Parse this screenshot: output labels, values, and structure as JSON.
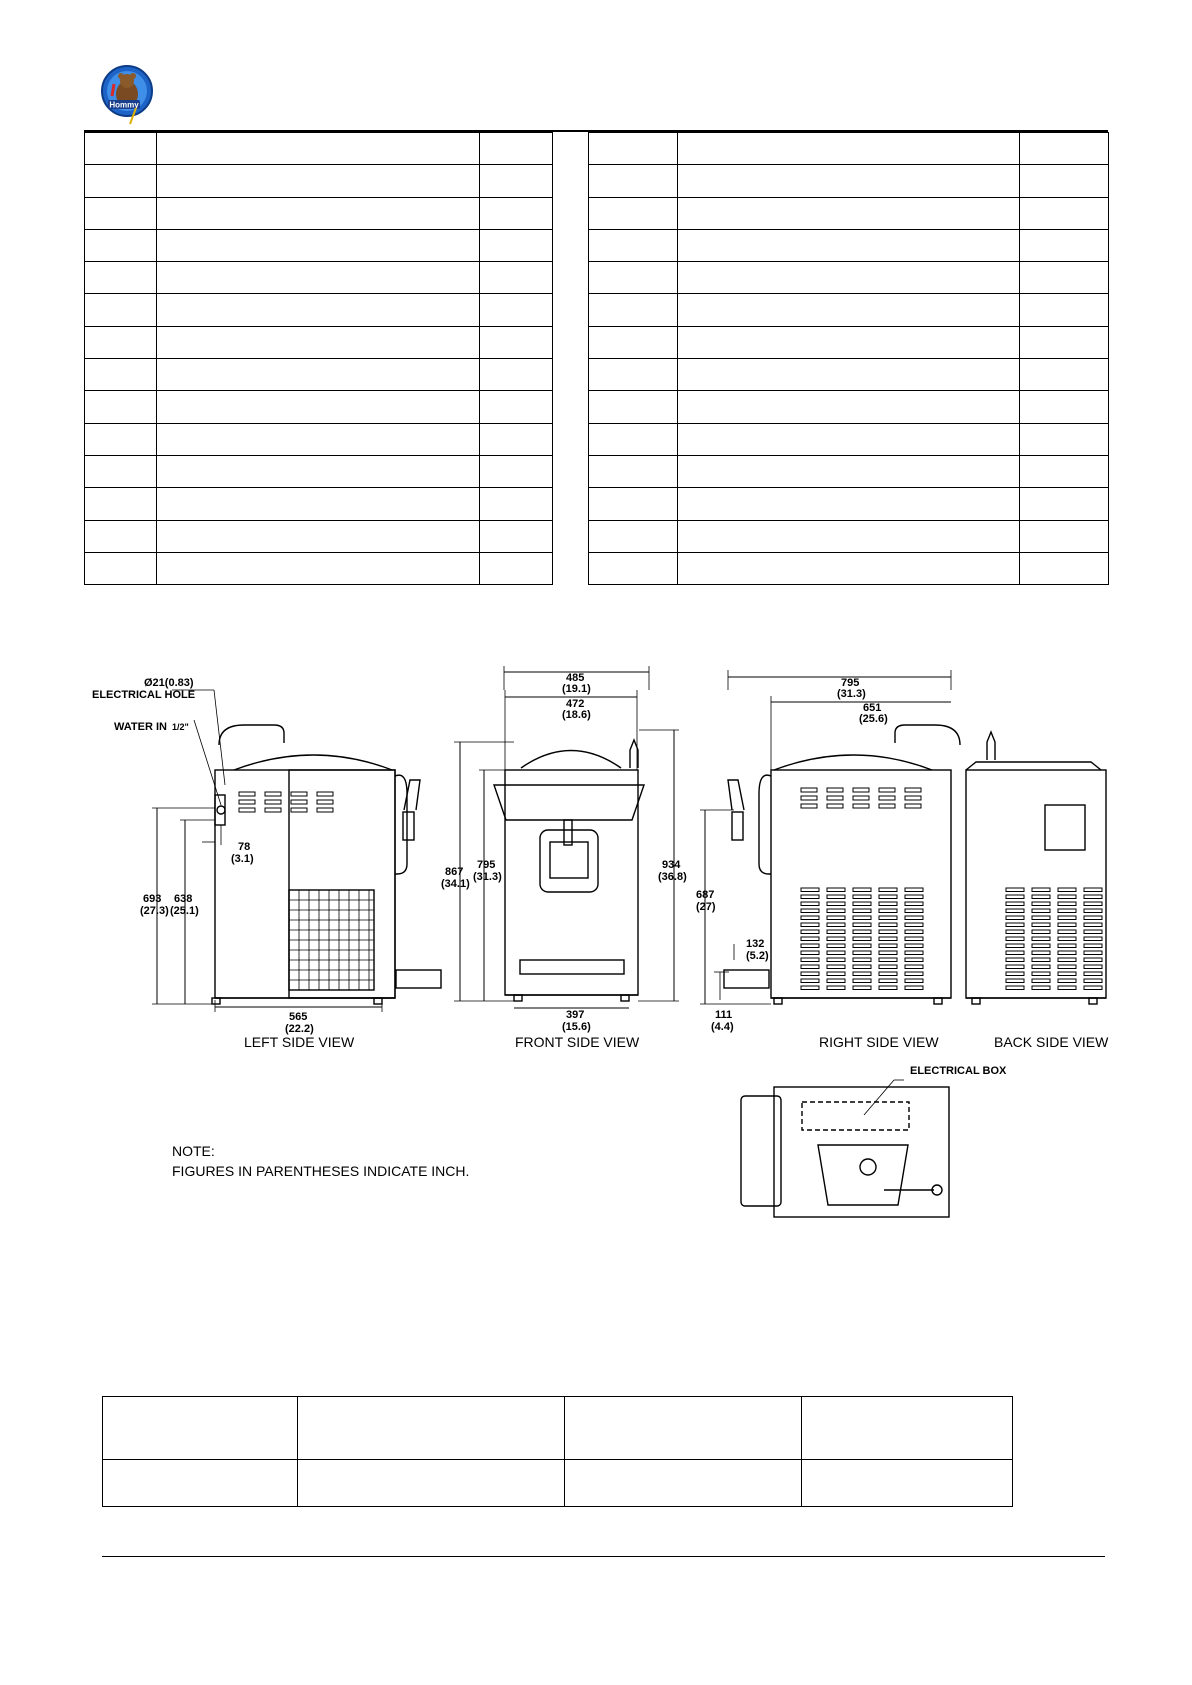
{
  "logo": {
    "text": "Hommy"
  },
  "drawing": {
    "views": {
      "left": "LEFT SIDE VIEW",
      "front": "FRONT SIDE VIEW",
      "right": "RIGHT SIDE VIEW",
      "back": "BACK SIDE VIEW"
    },
    "callouts": {
      "electrical_hole_dia": "Ø21(0.83)",
      "electrical_hole": "ELECTRICAL HOLE",
      "water_in": "WATER IN",
      "water_in_frac": "1/2\"",
      "electrical_box": "ELECTRICAL BOX"
    },
    "dims": {
      "d78": "78",
      "d78i": "(3.1)",
      "d693": "693",
      "d693i": "(27.3)",
      "d638": "638",
      "d638i": "(25.1)",
      "d565": "565",
      "d565i": "(22.2)",
      "d485": "485",
      "d485i": "(19.1)",
      "d472": "472",
      "d472i": "(18.6)",
      "d867": "867",
      "d867i": "(34.1)",
      "d795": "795",
      "d795i": "(31.3)",
      "d934": "934",
      "d934i": "(36.8)",
      "d397": "397",
      "d397i": "(15.6)",
      "d795r": "795",
      "d795ri": "(31.3)",
      "d651": "651",
      "d651i": "(25.6)",
      "d687": "687",
      "d687i": "(27)",
      "d132": "132",
      "d132i": "(5.2)",
      "d111": "111",
      "d111i": "(4.4)"
    },
    "note": {
      "title": "NOTE:",
      "text": "FIGURES IN PARENTHESES INDICATE INCH."
    }
  }
}
